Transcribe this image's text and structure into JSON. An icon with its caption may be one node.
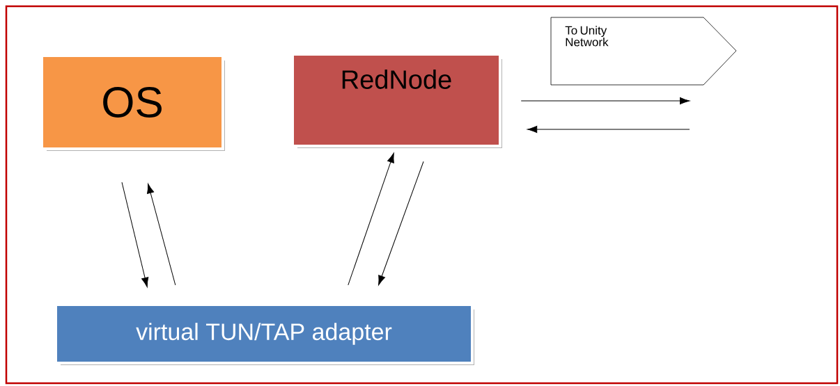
{
  "diagram": {
    "nodes": [
      {
        "text": [
          "OS"
        ]
      },
      {
        "text": [
          "RedNode"
        ]
      },
      {
        "text": [
          "To Unity Network"
        ]
      },
      {
        "text": [
          "virtual TUN/TAP adapter"
        ]
      }
    ],
    "edges": [
      {
        "from": 0,
        "to": 3,
        "arrow": "to"
      },
      {
        "from": 3,
        "to": 0,
        "arrow": "to"
      },
      {
        "from": 3,
        "to": 1,
        "arrow": "to"
      },
      {
        "from": 1,
        "to": 3,
        "arrow": "to"
      },
      {
        "from": 1,
        "to": null,
        "arrow": "to"
      },
      {
        "from": null,
        "to": 1,
        "arrow": "to"
      }
    ]
  }
}
